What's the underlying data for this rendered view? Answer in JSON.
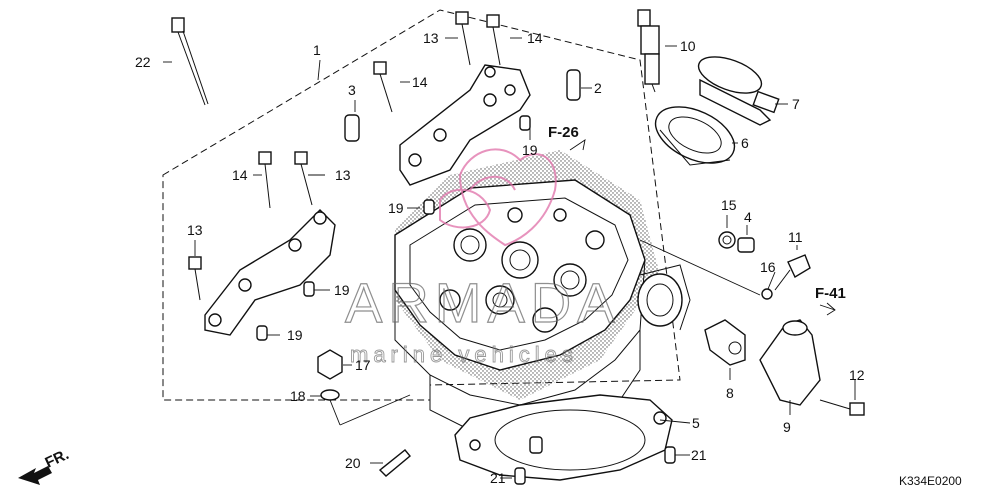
{
  "diagram": {
    "part_labels": [
      {
        "id": "1",
        "text": "1"
      },
      {
        "id": "2",
        "text": "2"
      },
      {
        "id": "3",
        "text": "3"
      },
      {
        "id": "4",
        "text": "4"
      },
      {
        "id": "5",
        "text": "5"
      },
      {
        "id": "6",
        "text": "6"
      },
      {
        "id": "7",
        "text": "7"
      },
      {
        "id": "8",
        "text": "8"
      },
      {
        "id": "9",
        "text": "9"
      },
      {
        "id": "10",
        "text": "10"
      },
      {
        "id": "11",
        "text": "11"
      },
      {
        "id": "12",
        "text": "12"
      },
      {
        "id": "13a",
        "text": "13"
      },
      {
        "id": "13b",
        "text": "13"
      },
      {
        "id": "13c",
        "text": "13"
      },
      {
        "id": "14a",
        "text": "14"
      },
      {
        "id": "14b",
        "text": "14"
      },
      {
        "id": "14c",
        "text": "14"
      },
      {
        "id": "15",
        "text": "15"
      },
      {
        "id": "16",
        "text": "16"
      },
      {
        "id": "17",
        "text": "17"
      },
      {
        "id": "18",
        "text": "18"
      },
      {
        "id": "19a",
        "text": "19"
      },
      {
        "id": "19b",
        "text": "19"
      },
      {
        "id": "19c",
        "text": "19"
      },
      {
        "id": "19d",
        "text": "19"
      },
      {
        "id": "20",
        "text": "20"
      },
      {
        "id": "21a",
        "text": "21"
      },
      {
        "id": "21b",
        "text": "21"
      },
      {
        "id": "22",
        "text": "22"
      }
    ],
    "references": {
      "f26": "F-26",
      "f41": "F-41",
      "front": "FR."
    },
    "diagram_code": "K334E0200"
  },
  "watermark": {
    "brand": "ARMADA",
    "tagline": "marine vehicles"
  }
}
